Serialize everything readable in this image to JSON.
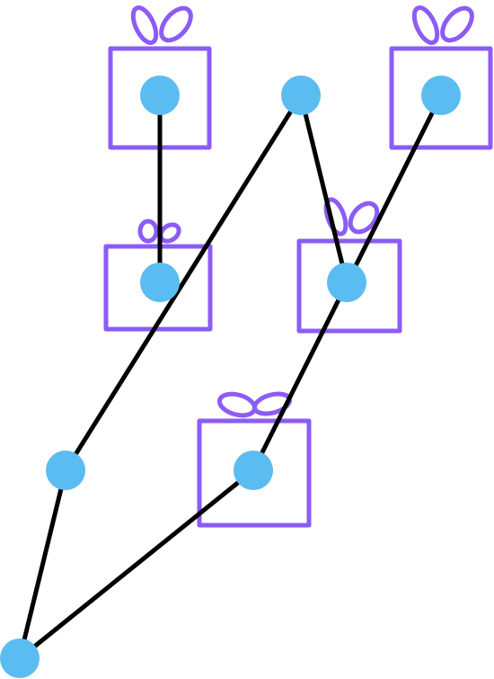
{
  "colors": {
    "background": "#ffffff",
    "edge": "#000000",
    "node": "#5bbcf1",
    "gift": "#8b5cf6"
  },
  "nodes": [
    {
      "id": "n1",
      "label": "",
      "has_gift": true
    },
    {
      "id": "n2",
      "label": "",
      "has_gift": false
    },
    {
      "id": "n3",
      "label": "",
      "has_gift": true
    },
    {
      "id": "n4",
      "label": "",
      "has_gift": true
    },
    {
      "id": "n5",
      "label": "",
      "has_gift": true
    },
    {
      "id": "n6",
      "label": "",
      "has_gift": false
    },
    {
      "id": "n7",
      "label": "",
      "has_gift": true
    },
    {
      "id": "n8",
      "label": "",
      "has_gift": false
    }
  ],
  "edges": [
    {
      "from": "n1",
      "to": "n4"
    },
    {
      "from": "n2",
      "to": "n6"
    },
    {
      "from": "n2",
      "to": "n5"
    },
    {
      "from": "n3",
      "to": "n7"
    },
    {
      "from": "n6",
      "to": "n8"
    },
    {
      "from": "n7",
      "to": "n8"
    }
  ]
}
